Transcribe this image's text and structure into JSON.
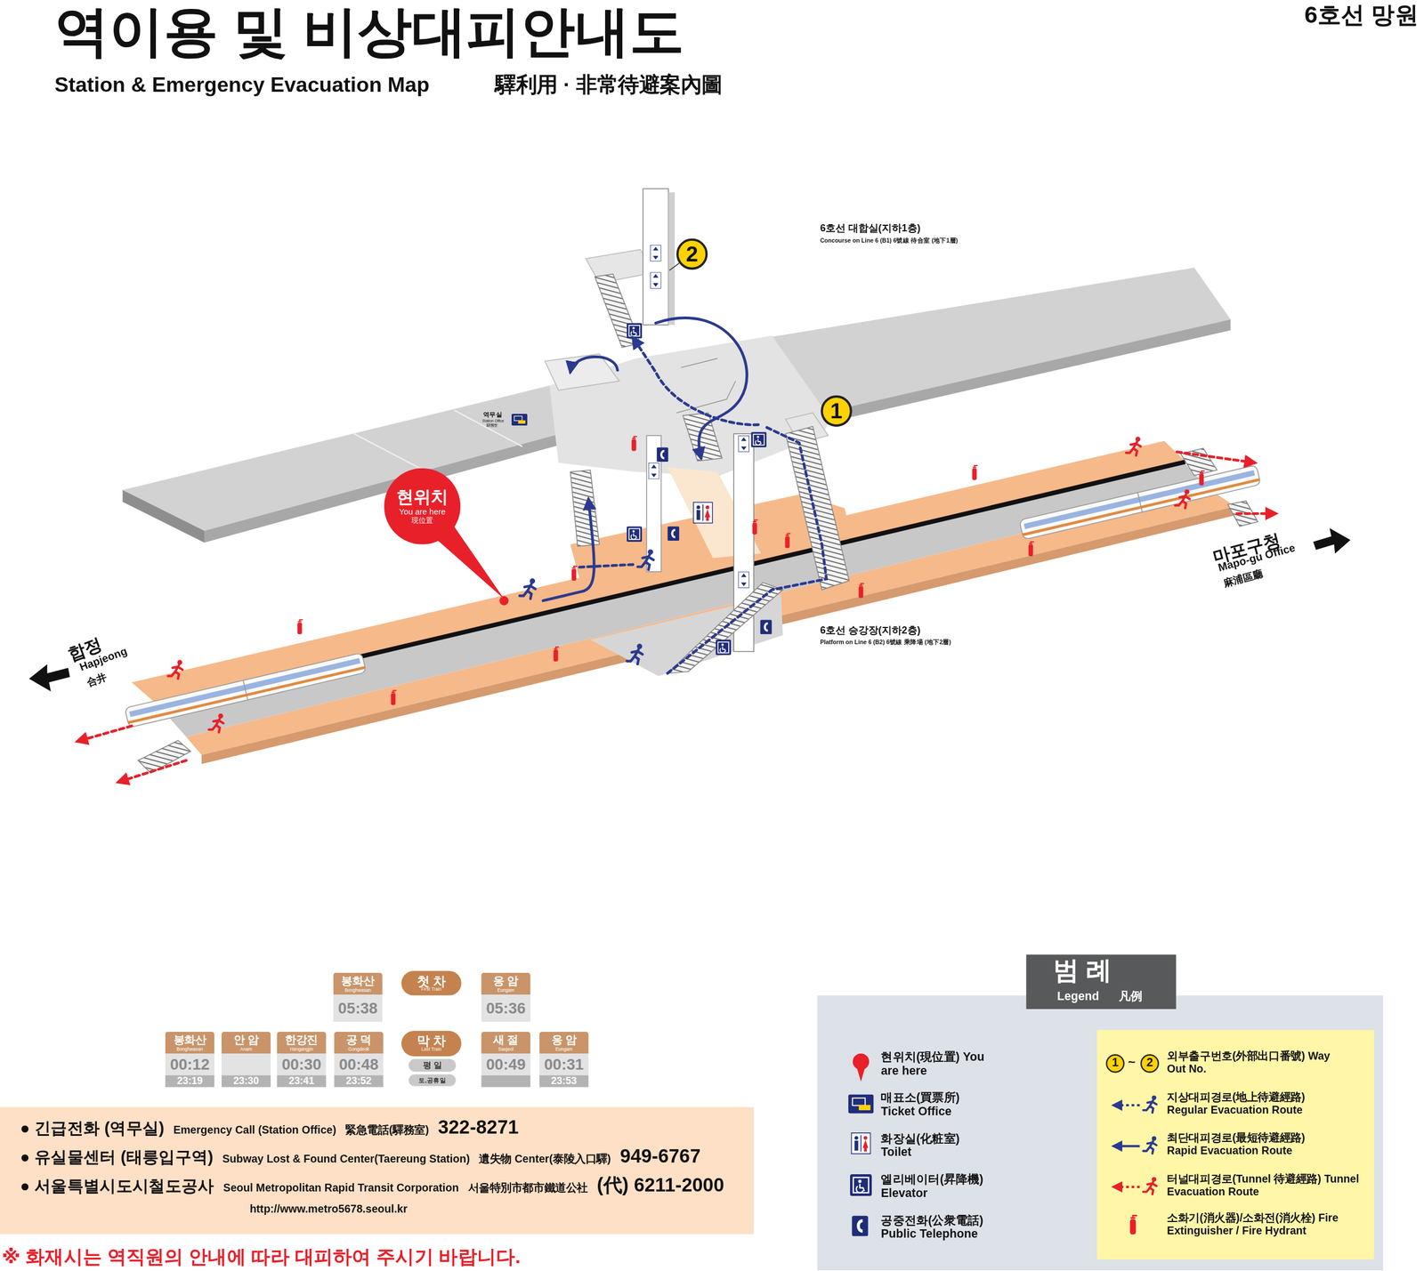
{
  "diagram": {
    "title": "역이용 및 비상대피안내도",
    "nodes": [
      {
        "text": [
          "현위치",
          "You are here",
          "現位置"
        ]
      },
      {
        "text": [
          "1"
        ]
      },
      {
        "text": [
          "2"
        ]
      },
      {
        "text": [
          "첫 차",
          "First Train"
        ]
      },
      {
        "text": [
          "봉화산",
          "Bonghwasan",
          "05:38"
        ]
      },
      {
        "text": [
          "응 암",
          "Eungam",
          "05:36"
        ]
      },
      {
        "text": [
          "막 차",
          "Last Train"
        ]
      },
      {
        "text": [
          "봉화산",
          "Bonghwasan",
          "00:12",
          "23:19"
        ]
      },
      {
        "text": [
          "안 암",
          "Anam",
          "23:30"
        ]
      },
      {
        "text": [
          "한강진",
          "Hangangjin",
          "00:30",
          "23:41"
        ]
      },
      {
        "text": [
          "공 덕",
          "Gongdeok",
          "00:48",
          "23:52"
        ]
      },
      {
        "text": [
          "평 일"
        ]
      },
      {
        "text": [
          "토,공휴일"
        ]
      },
      {
        "text": [
          "새 절",
          "Saejeol",
          "00:49"
        ]
      },
      {
        "text": [
          "응 암",
          "Eungam",
          "00:31",
          "23:53"
        ]
      },
      {
        "text": [
          "● 긴급전화 (역무실)",
          "Emergency Call (Station Office)",
          "緊急電話(驛務室)",
          "322-8271",
          "● 유실물센터 (태릉입구역)",
          "Subway Lost & Found Center(Taereung Station)",
          "遺失物 Center(泰陵入口驛)",
          "949-6767",
          "● 서울특별시도시철도공사",
          "Seoul Metropolitan Rapid Transit Corporation",
          "서울特別市都市鐵道公社",
          "(代) 6211-2000",
          "http://www.metro5678.seoul.kr"
        ]
      }
    ],
    "labels": [
      "Station & Emergency Evacuation Map",
      "驛利用 · 非常待避案內圖",
      "6호선 망원",
      "6호선 대합실(지하1층)",
      "Concourse on Line 6 (B1) 6號線 待合室 (地下1層)",
      "6호선 승강장(지하2층)",
      "Platform on Line 6 (B2) 6號線 乘降場 (地下2層)",
      "역무실",
      "Station Office",
      "驛務室",
      "합정",
      "Hapjeong",
      "合井",
      "마포구청",
      "Mapo-gu Office",
      "麻浦區廳",
      "범 례",
      "Legend",
      "凡例",
      "1",
      "~",
      "2",
      "※ 화재시는 역직원의 안내에 따라 대피하여 주시기 바랍니다."
    ],
    "legend": [
      {
        "text": "현위치(現位置) You are here"
      },
      {
        "text": "매표소(買票所) Ticket Office"
      },
      {
        "text": "화장실(化粧室) Toilet"
      },
      {
        "text": "엘리베이터(昇降機) Elevator"
      },
      {
        "text": "공중전화(公衆電話) Public Telephone"
      },
      {
        "text": "외부출구번호(外部出口番號) Way Out No."
      },
      {
        "text": "지상대피경로(地上待避經路) Regular Evacuation Route"
      },
      {
        "text": "최단대피경로(最短待避經路) Rapid Evacuation Route"
      },
      {
        "text": "터널대피경로(Tunnel 待避經路) Tunnel Evacuation Route"
      },
      {
        "text": "소화기(消火器)/소화전(消火栓) Fire Extinguisher / Fire Hydrant"
      }
    ]
  }
}
